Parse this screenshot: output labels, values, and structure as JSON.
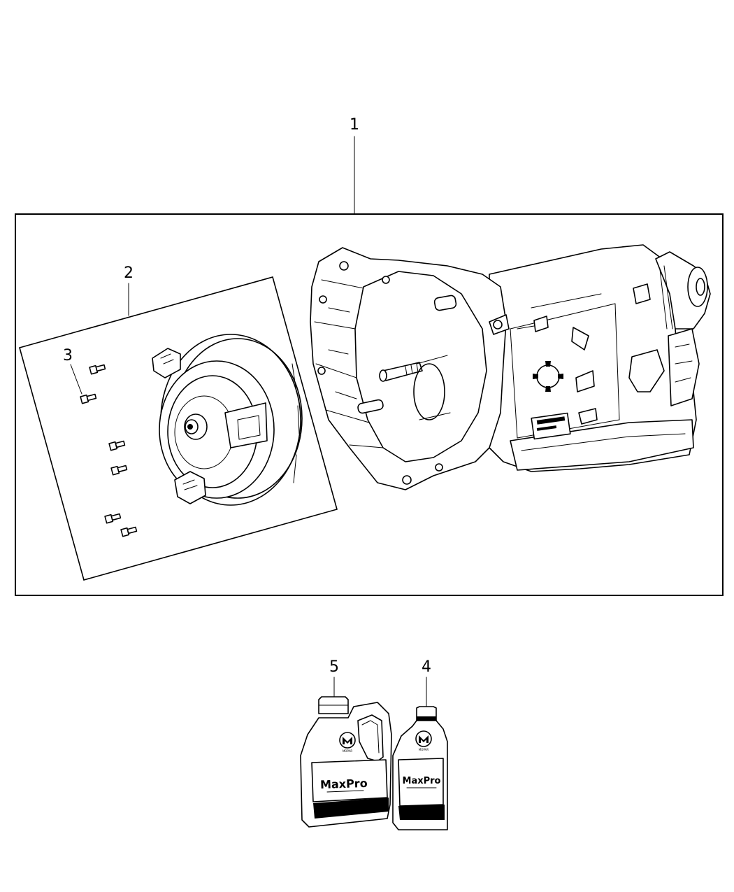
{
  "callouts": {
    "c1": "1",
    "c2": "2",
    "c3": "3",
    "c4": "4",
    "c5": "5"
  },
  "containers": {
    "large": {
      "brand": "MaxPro",
      "maker": "MOPAR"
    },
    "small": {
      "brand": "MaxPro",
      "maker": "MOPAR"
    }
  },
  "colors": {
    "line": "#000000",
    "background": "#ffffff"
  }
}
